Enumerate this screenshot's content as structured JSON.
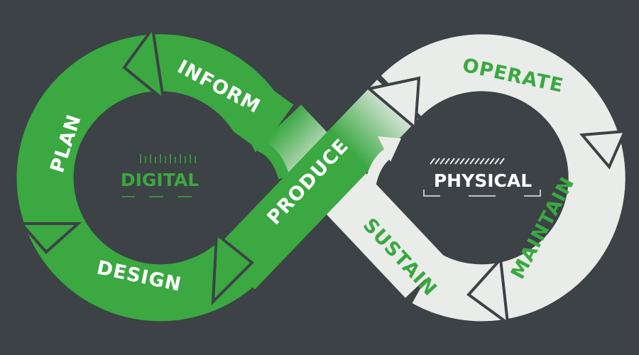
{
  "colors": {
    "background": "#3c4245",
    "green": "#3ba842",
    "white": "#e9ece9"
  },
  "digital_loop": {
    "title": "DIGITAL",
    "stages": [
      "INFORM",
      "PLAN",
      "DESIGN",
      "PRODUCE"
    ]
  },
  "physical_loop": {
    "title": "PHYSICAL",
    "stages": [
      "OPERATE",
      "MAINTAIN",
      "SUSTAIN"
    ]
  }
}
